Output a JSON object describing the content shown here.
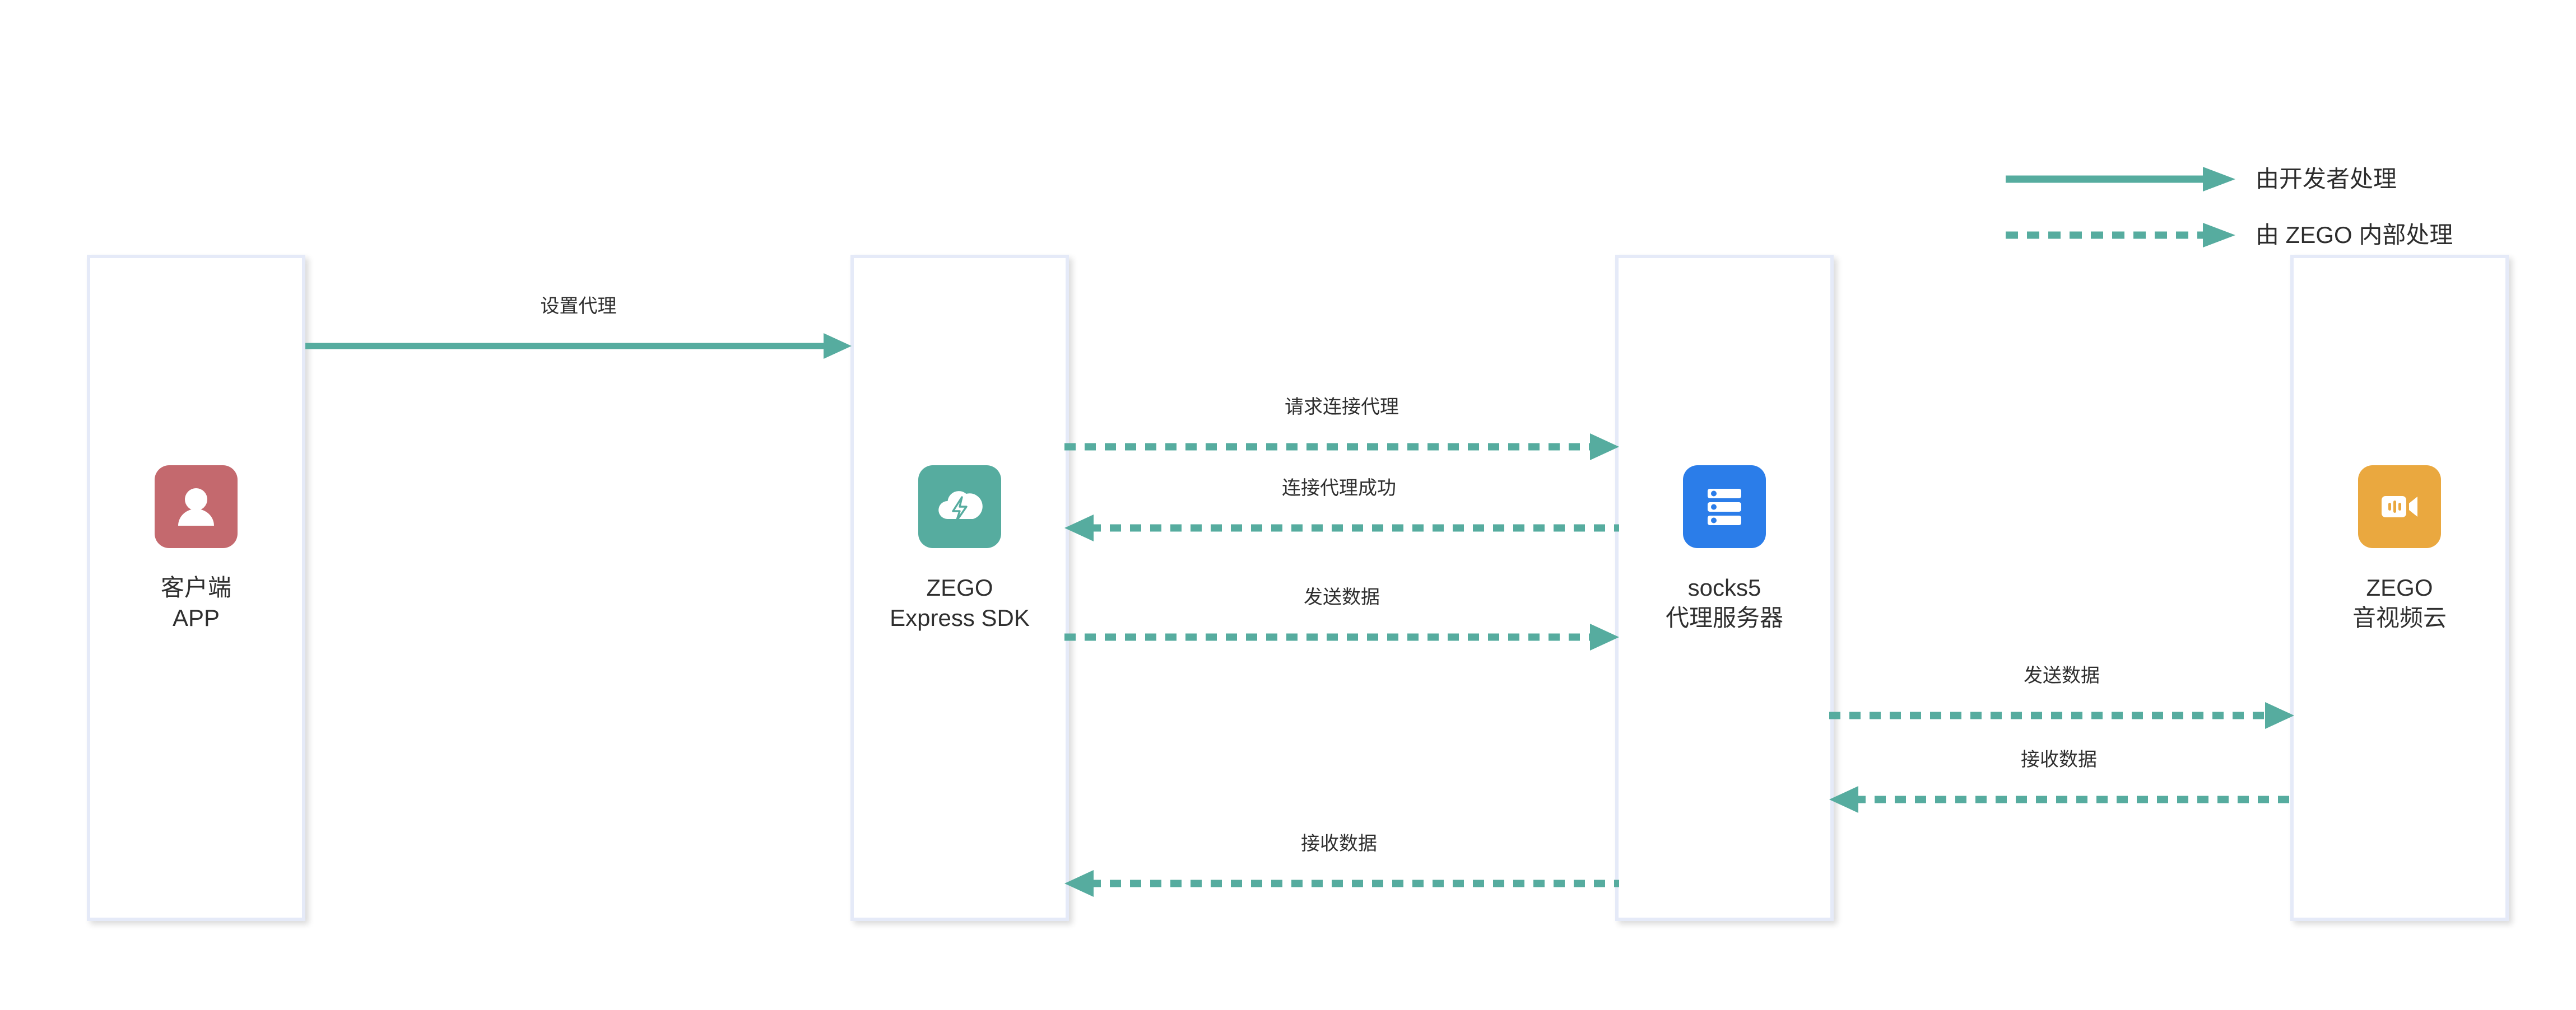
{
  "legend": {
    "items": [
      {
        "style": "solid",
        "label": "由开发者处理"
      },
      {
        "style": "dashed",
        "label": "由 ZEGO 内部处理"
      }
    ]
  },
  "colors": {
    "accent_teal": "#56ac9f",
    "box_border": "#e5eaf8",
    "icon_client_red": "#c4696e",
    "icon_sdk_teal": "#56ac9f",
    "icon_proxy_blue": "#2b7de9",
    "icon_cloud_orange": "#eaa83f",
    "text": "#2f2f2f"
  },
  "nodes": [
    {
      "id": "client-app",
      "icon": "user-icon",
      "line1": "客户端",
      "line2": "APP"
    },
    {
      "id": "zego-express-sdk",
      "icon": "cloud-bolt-icon",
      "line1": "ZEGO",
      "line2": "Express SDK"
    },
    {
      "id": "socks5-proxy-server",
      "icon": "server-icon",
      "line1": "socks5",
      "line2": "代理服务器"
    },
    {
      "id": "zego-av-cloud",
      "icon": "video-camera-icon",
      "line1": "ZEGO",
      "line2": "音视频云"
    }
  ],
  "connections": [
    {
      "id": "set-proxy",
      "label": "设置代理",
      "from": "client-app",
      "to": "zego-express-sdk",
      "style": "solid",
      "direction": "right"
    },
    {
      "id": "request-connect-proxy",
      "label": "请求连接代理",
      "from": "zego-express-sdk",
      "to": "socks5-proxy-server",
      "style": "dashed",
      "direction": "right"
    },
    {
      "id": "proxy-connected",
      "label": "连接代理成功",
      "from": "socks5-proxy-server",
      "to": "zego-express-sdk",
      "style": "dashed",
      "direction": "left"
    },
    {
      "id": "send-data-sdk-proxy",
      "label": "发送数据",
      "from": "zego-express-sdk",
      "to": "socks5-proxy-server",
      "style": "dashed",
      "direction": "right"
    },
    {
      "id": "receive-data-proxy-sdk",
      "label": "接收数据",
      "from": "socks5-proxy-server",
      "to": "zego-express-sdk",
      "style": "dashed",
      "direction": "left"
    },
    {
      "id": "send-data-proxy-cloud",
      "label": "发送数据",
      "from": "socks5-proxy-server",
      "to": "zego-av-cloud",
      "style": "dashed",
      "direction": "right"
    },
    {
      "id": "receive-data-cloud-proxy",
      "label": "接收数据",
      "from": "zego-av-cloud",
      "to": "socks5-proxy-server",
      "style": "dashed",
      "direction": "left"
    }
  ]
}
